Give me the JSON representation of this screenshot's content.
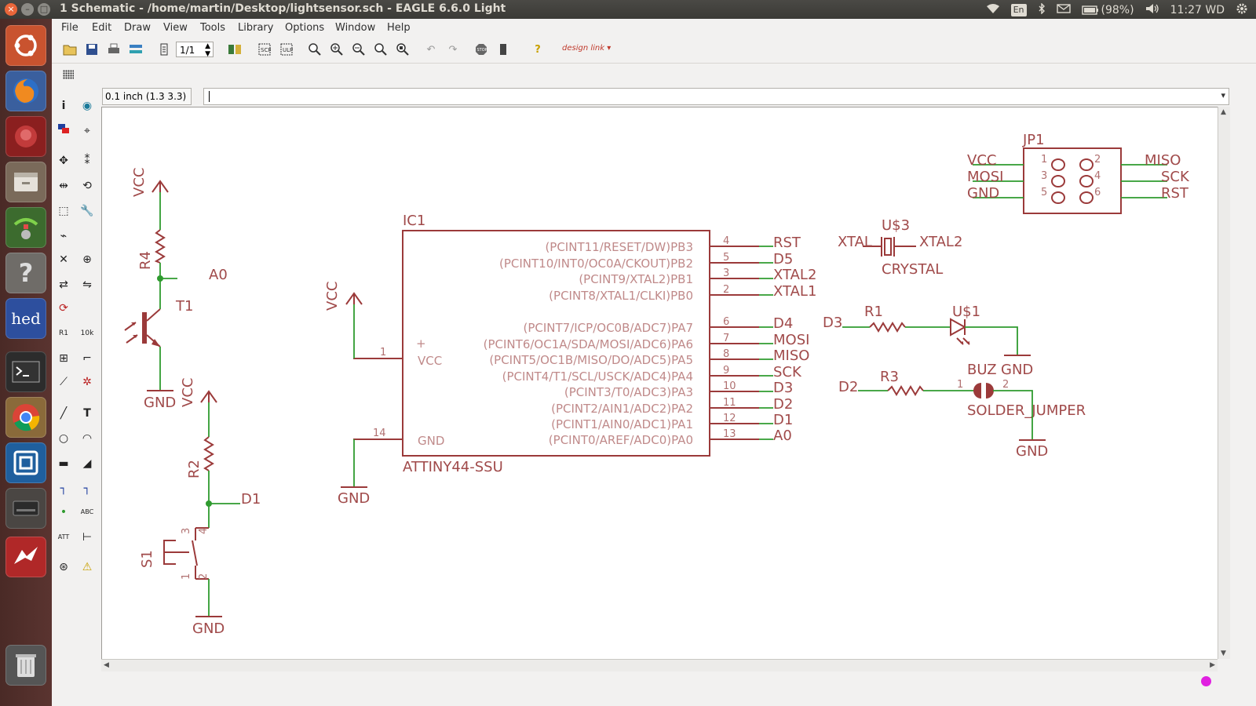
{
  "window": {
    "title": "1 Schematic - /home/martin/Desktop/lightsensor.sch - EAGLE 6.6.0 Light",
    "close_glyph": "×",
    "minimize_glyph": "–",
    "maximize_glyph": "□"
  },
  "system_tray": {
    "keyboard_layout": "En",
    "battery": "(98%)",
    "clock": "11:27 WD"
  },
  "menubar": [
    "File",
    "Edit",
    "Draw",
    "View",
    "Tools",
    "Library",
    "Options",
    "Window",
    "Help"
  ],
  "toolbar": {
    "sheet_selector": "1/1",
    "designlink_label": "design link"
  },
  "coordinates": "0.1 inch (1.3 3.3)",
  "command_line": {
    "value": ""
  },
  "launcher": [
    "ubuntu-dash",
    "firefox",
    "app-red",
    "files",
    "app-green",
    "help",
    "hed",
    "terminal",
    "chrome",
    "app-blue",
    "drive",
    "eagle",
    "trash"
  ],
  "schematic": {
    "net_labels": {
      "vcc": "VCC",
      "gnd": "GND",
      "a0": "A0",
      "d1": "D1",
      "d2": "D2",
      "d3": "D3",
      "d4": "D4",
      "d5": "D5",
      "rst": "RST",
      "mosi": "MOSI",
      "miso": "MISO",
      "sck": "SCK",
      "xtal1": "XTAL1",
      "xtal2": "XTAL2",
      "xtal": "XTAL"
    },
    "parts": {
      "r4": "R4",
      "r2": "R2",
      "r1": "R1",
      "r3": "R3",
      "t1": "T1",
      "s1": "S1",
      "ic1": "IC1",
      "ic1_value": "ATTINY44-SSU",
      "crystal_name": "U$3",
      "crystal_value": "CRYSTAL",
      "led_name": "U$1",
      "buzzer_name": "BUZ",
      "buzzer_value": "SOLDER_JUMPER",
      "header_name": "JP1"
    },
    "ic_pins": [
      {
        "name": "(PCINT11/RESET/DW)PB3",
        "num": "4",
        "net": "RST"
      },
      {
        "name": "(PCINT10/INT0/OC0A/CKOUT)PB2",
        "num": "5",
        "net": "D5"
      },
      {
        "name": "(PCINT9/XTAL2)PB1",
        "num": "3",
        "net": "XTAL2"
      },
      {
        "name": "(PCINT8/XTAL1/CLKI)PB0",
        "num": "2",
        "net": "XTAL1"
      },
      {
        "name": "(PCINT7/ICP/OC0B/ADC7)PA7",
        "num": "6",
        "net": "D4"
      },
      {
        "name": "(PCINT6/OC1A/SDA/MOSI/ADC6)PA6",
        "num": "7",
        "net": "MOSI"
      },
      {
        "name": "(PCINT5/OC1B/MISO/DO/ADC5)PA5",
        "num": "8",
        "net": "MISO"
      },
      {
        "name": "(PCINT4/T1/SCL/USCK/ADC4)PA4",
        "num": "9",
        "net": "SCK"
      },
      {
        "name": "(PCINT3/T0/ADC3)PA3",
        "num": "10",
        "net": "D3"
      },
      {
        "name": "(PCINT2/AIN1/ADC2)PA2",
        "num": "11",
        "net": "D2"
      },
      {
        "name": "(PCINT1/AIN0/ADC1)PA1",
        "num": "12",
        "net": "D1"
      },
      {
        "name": "(PCINT0/AREF/ADC0)PA0",
        "num": "13",
        "net": "A0"
      }
    ],
    "ic_left_pins": {
      "vcc_name": "VCC",
      "vcc_num": "1",
      "gnd_name": "GND",
      "gnd_num": "14",
      "plus": "+"
    },
    "header_pins": {
      "p1": "1",
      "p2": "2",
      "p3": "3",
      "p4": "4",
      "p5": "5",
      "p6": "6",
      "left": [
        "VCC",
        "MOSI",
        "GND"
      ],
      "right": [
        "MISO",
        "SCK",
        "RST"
      ]
    },
    "small_pin_numbers": {
      "buz_1": "1",
      "buz_2": "2",
      "s1_1": "1",
      "s1_2": "2",
      "s1_3": "3",
      "s1_4": "4"
    }
  },
  "colors": {
    "symbol": "#9b3a3a",
    "net": "#2f9b2f",
    "pin_text": "#b07070",
    "junction": "#2f9b2f"
  }
}
